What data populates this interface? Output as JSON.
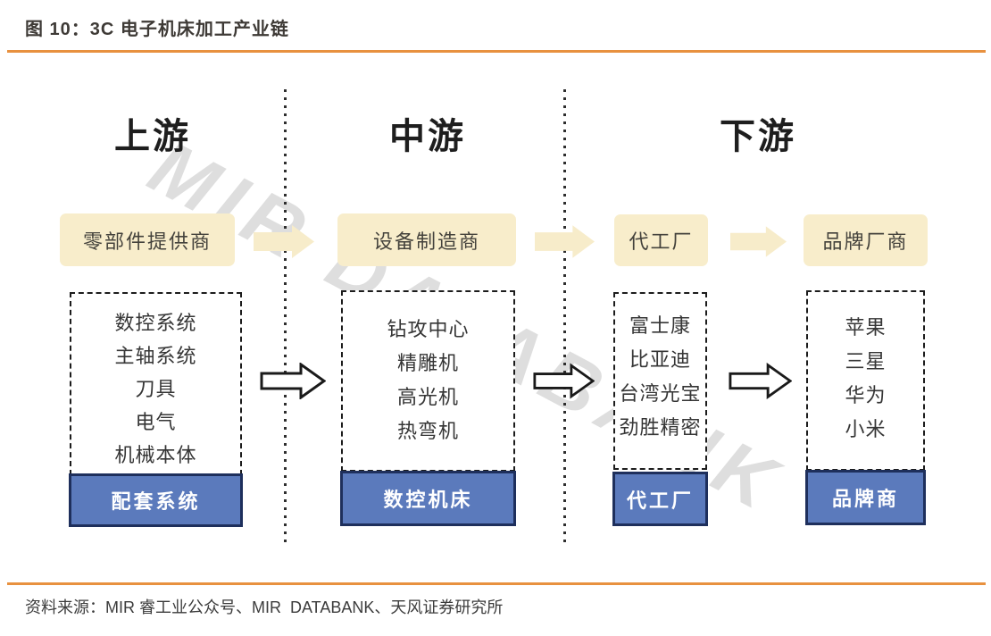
{
  "figure": {
    "title": "图 10：3C 电子机床加工产业链",
    "watermark": "MIR DATABANK",
    "source": "资料来源：MIR 睿工业公众号、MIR  DATABANK、天风证券研究所"
  },
  "colors": {
    "accent_orange": "#E8913F",
    "role_box_fill": "#F8EDCB",
    "arrow_yellow_fill": "#F7ECCA",
    "category_box_fill": "#5B7ABC",
    "category_box_border": "#1E2F5C"
  },
  "sections": [
    {
      "label": "上游"
    },
    {
      "label": "中游"
    },
    {
      "label": "下游"
    }
  ],
  "columns": [
    {
      "role": "零部件提供商",
      "items": [
        "数控系统",
        "主轴系统",
        "刀具",
        "电气",
        "机械本体"
      ],
      "category": "配套系统"
    },
    {
      "role": "设备制造商",
      "items": [
        "钻攻中心",
        "精雕机",
        "高光机",
        "热弯机"
      ],
      "category": "数控机床"
    },
    {
      "role": "代工厂",
      "items": [
        "富士康",
        "比亚迪",
        "台湾光宝",
        "劲胜精密"
      ],
      "category": "代工厂"
    },
    {
      "role": "品牌厂商",
      "items": [
        "苹果",
        "三星",
        "华为",
        "小米"
      ],
      "category": "品牌商"
    }
  ]
}
